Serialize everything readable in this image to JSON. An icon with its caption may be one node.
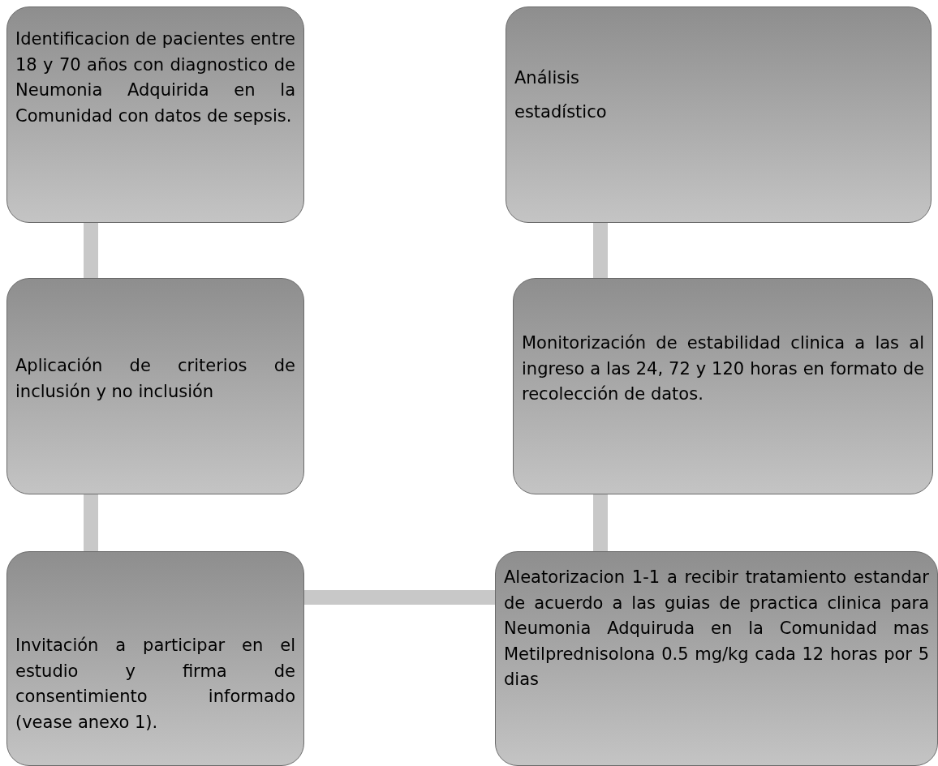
{
  "diagram": {
    "nodes": [
      {
        "text": [
          "Identificacion de pacientes entre 18 y 70 años con diagnostico de Neumonia Adquirida en la Comunidad con datos de sepsis."
        ]
      },
      {
        "text": [
          "Aplicación de criterios de inclusión y no inclusión"
        ]
      },
      {
        "text": [
          "Invitación a participar en el estudio y firma de consentimiento informado (vease anexo 1)."
        ]
      },
      {
        "text": [
          "Aleatorizacion 1-1 a recibir tratamiento estandar de acuerdo a las guias de practica clinica para Neumonia Adquiruda en la Comunidad mas Metilprednisolona 0.5 mg/kg cada 12 horas por 5 dias"
        ]
      },
      {
        "text": [
          "Monitorización de estabilidad clinica a las al ingreso a las 24, 72 y 120 horas en formato de recolección de datos."
        ]
      },
      {
        "text": [
          "Análisis estadístico"
        ]
      }
    ],
    "edges": [
      {
        "from": 0,
        "to": 1,
        "arrow": "none"
      },
      {
        "from": 1,
        "to": 2,
        "arrow": "none"
      },
      {
        "from": 2,
        "to": 3,
        "arrow": "none"
      },
      {
        "from": 3,
        "to": 4,
        "arrow": "none"
      },
      {
        "from": 4,
        "to": 5,
        "arrow": "none"
      }
    ]
  }
}
